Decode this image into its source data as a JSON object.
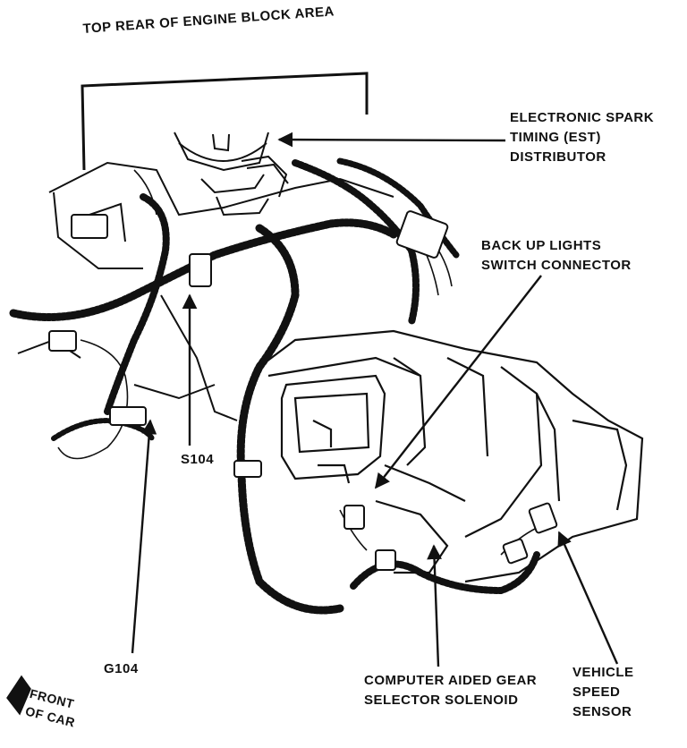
{
  "labels": {
    "top_area": "TOP REAR OF ENGINE BLOCK AREA",
    "est_line1": "ELECTRONIC SPARK",
    "est_line2": "TIMING (EST)",
    "est_line3": "DISTRIBUTOR",
    "backup_line1": "BACK UP LIGHTS",
    "backup_line2": "SWITCH CONNECTOR",
    "s104": "S104",
    "g104": "G104",
    "solenoid_line1": "COMPUTER AIDED GEAR",
    "solenoid_line2": "SELECTOR SOLENOID",
    "vss_line1": "VEHICLE",
    "vss_line2": "SPEED",
    "vss_line3": "SENSOR",
    "front_line1": "FRONT",
    "front_line2": "OF CAR"
  },
  "colors": {
    "ink": "#111111",
    "paper": "#ffffff"
  },
  "icons": {
    "front_marker": "front-of-car-arrow-icon"
  }
}
